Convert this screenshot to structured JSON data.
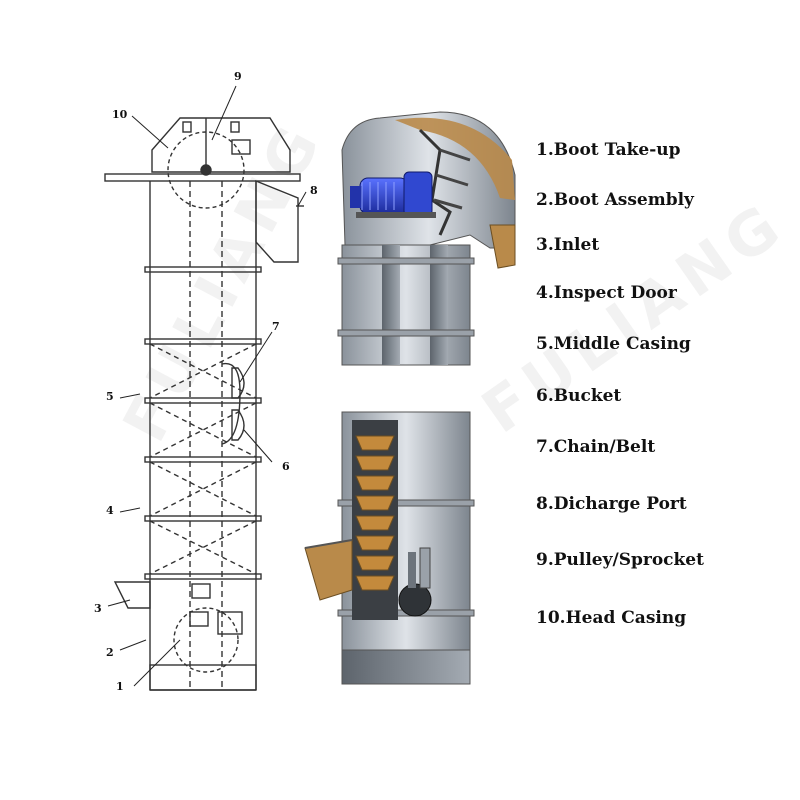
{
  "callouts": [
    "10",
    "9",
    "8",
    "7",
    "5",
    "6",
    "4",
    "3",
    "2",
    "1"
  ],
  "legend": [
    "1.Boot Take-up",
    "2.Boot Assembly",
    "3.Inlet",
    "4.Inspect Door",
    "5.Middle Casing",
    "6.Bucket",
    "7.Chain/Belt",
    "8.Dicharge Port",
    "9.Pulley/Sprocket",
    "10.Head Casing"
  ],
  "watermark": "FULIANG",
  "colors": {
    "line": "#333333",
    "casing_light": "#c9cfd6",
    "casing_dark": "#6f7780",
    "motor": "#2a3fc4",
    "material": "#b98a4a",
    "bucket": "#c48a3c"
  }
}
